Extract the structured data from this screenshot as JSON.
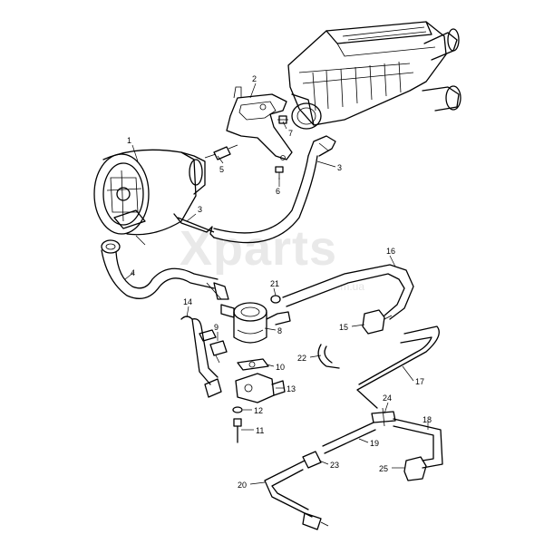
{
  "watermark": {
    "brand": "Xparts",
    "domain": ".m.ua"
  },
  "callouts": [
    {
      "id": "c1",
      "label": "1"
    },
    {
      "id": "c2",
      "label": "2"
    },
    {
      "id": "c3a",
      "label": "3"
    },
    {
      "id": "c3b",
      "label": "3"
    },
    {
      "id": "c4",
      "label": "4"
    },
    {
      "id": "c5",
      "label": "5"
    },
    {
      "id": "c6",
      "label": "6"
    },
    {
      "id": "c7",
      "label": "7"
    },
    {
      "id": "c8",
      "label": "8"
    },
    {
      "id": "c9",
      "label": "9"
    },
    {
      "id": "c10",
      "label": "10"
    },
    {
      "id": "c11",
      "label": "11"
    },
    {
      "id": "c12",
      "label": "12"
    },
    {
      "id": "c13",
      "label": "13"
    },
    {
      "id": "c14",
      "label": "14"
    },
    {
      "id": "c15",
      "label": "15"
    },
    {
      "id": "c16",
      "label": "16"
    },
    {
      "id": "c17",
      "label": "17"
    },
    {
      "id": "c18",
      "label": "18"
    },
    {
      "id": "c19",
      "label": "19"
    },
    {
      "id": "c20",
      "label": "20"
    },
    {
      "id": "c21",
      "label": "21"
    },
    {
      "id": "c22",
      "label": "22"
    },
    {
      "id": "c23",
      "label": "23"
    },
    {
      "id": "c24",
      "label": "24"
    },
    {
      "id": "c25",
      "label": "25"
    }
  ]
}
